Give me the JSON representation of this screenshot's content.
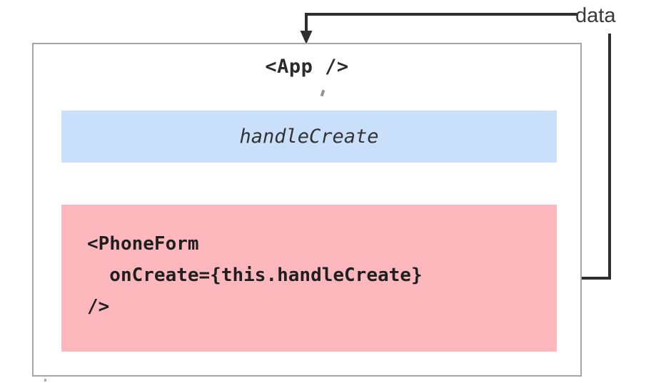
{
  "diagram": {
    "title_text": "<App />",
    "data_flow_label": "data",
    "handler": {
      "name": "handleCreate",
      "background_color": "#c9dffa"
    },
    "child_component": {
      "code": "<PhoneForm\n  onCreate={this.handleCreate}\n/>",
      "background_color": "#fcb8bd"
    },
    "container": {
      "border_color": "#a6a6a6"
    },
    "arrows": {
      "handler_to_child": "down-arrow",
      "data_into_app": "down-arrow",
      "child_to_data": "elbow-line"
    }
  }
}
